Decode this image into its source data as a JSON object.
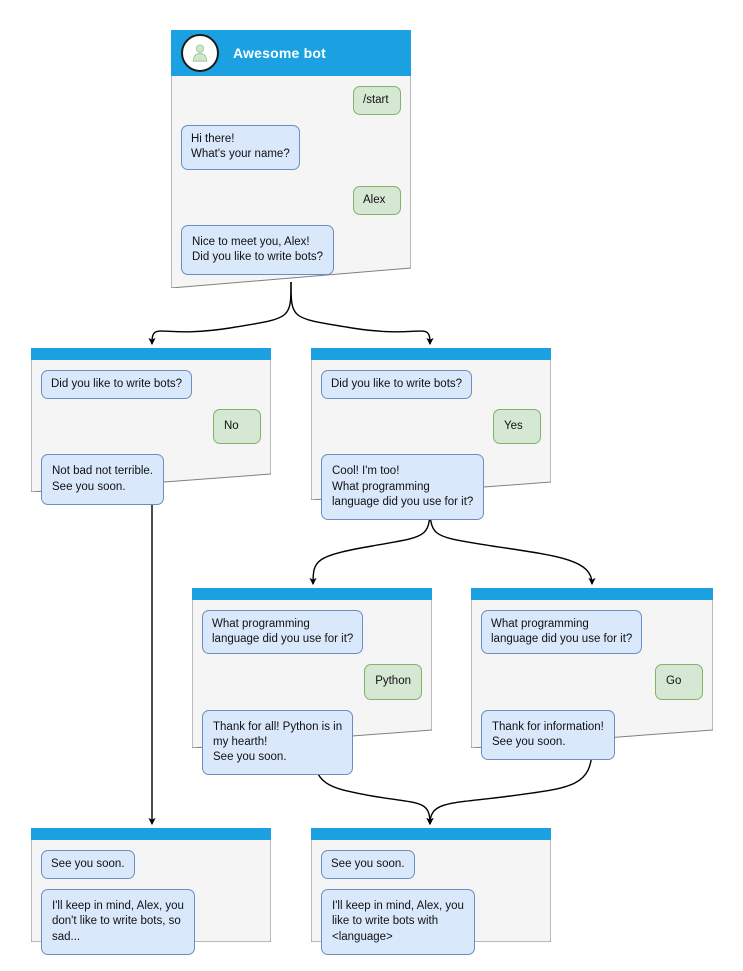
{
  "title": "Telegram bot conversation flow diagram",
  "colors": {
    "header_blue": "#1ba1e2",
    "bot_bubble_bg": "#dae8fc",
    "bot_bubble_border": "#6c8ebf",
    "user_bubble_bg": "#d5e8d4",
    "user_bubble_border": "#82b366",
    "node_bg": "#f5f5f5",
    "node_border": "#808080",
    "edge": "#000000"
  },
  "nodes": {
    "start": {
      "header": {
        "bot_name": "Awesome bot",
        "avatar_icon": "person-avatar-icon"
      },
      "messages": [
        {
          "side": "user",
          "text": "/start"
        },
        {
          "side": "bot",
          "text": "Hi there!\nWhat's your name?"
        },
        {
          "side": "user",
          "text": "Alex"
        },
        {
          "side": "bot",
          "text": "Nice to meet you, Alex!\nDid you like to write bots?"
        }
      ]
    },
    "answer_no": {
      "messages": [
        {
          "side": "bot",
          "text": "Did you like to write bots?"
        },
        {
          "side": "user",
          "text": "No"
        },
        {
          "side": "bot",
          "text": "Not bad not terrible.\nSee you soon."
        }
      ]
    },
    "answer_yes": {
      "messages": [
        {
          "side": "bot",
          "text": "Did you like to write bots?"
        },
        {
          "side": "user",
          "text": "Yes"
        },
        {
          "side": "bot",
          "text": "Cool! I'm too!\nWhat programming\nlanguage did you use for it?"
        }
      ]
    },
    "lang_python": {
      "messages": [
        {
          "side": "bot",
          "text": "What programming\nlanguage did you use for it?"
        },
        {
          "side": "user",
          "text": "Python"
        },
        {
          "side": "bot",
          "text": "Thank for all! Python is in\nmy hearth!\nSee you soon."
        }
      ]
    },
    "lang_go": {
      "messages": [
        {
          "side": "bot",
          "text": "What programming\nlanguage did you use for it?"
        },
        {
          "side": "user",
          "text": "Go"
        },
        {
          "side": "bot",
          "text": "Thank for information!\nSee you soon."
        }
      ]
    },
    "end_sad": {
      "messages": [
        {
          "side": "bot",
          "text": "See you soon."
        },
        {
          "side": "bot",
          "text": "I'll keep in mind, Alex, you\ndon't like to write bots, so\nsad..."
        }
      ]
    },
    "end_happy": {
      "messages": [
        {
          "side": "bot",
          "text": "See you soon."
        },
        {
          "side": "bot",
          "text": "I'll keep in mind, Alex, you\nlike to write bots with\n<language>"
        }
      ]
    }
  }
}
